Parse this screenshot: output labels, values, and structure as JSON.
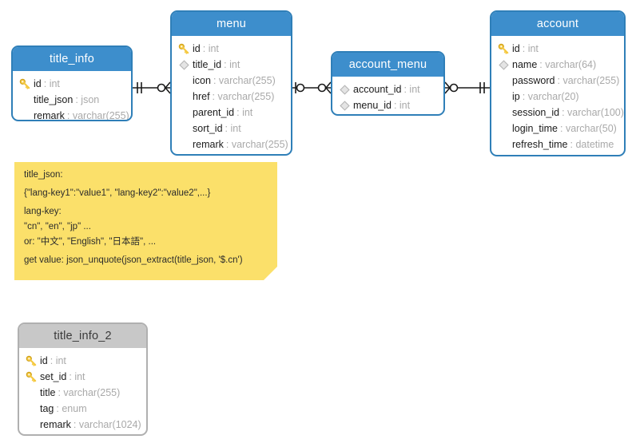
{
  "diagram": {
    "type": "entity-relationship-diagram",
    "background": "#ffffff",
    "header_color": "#3d8ecc",
    "header_color_secondary": "#c8c8c8",
    "border_color": "#2f7fb8",
    "note_color": "#fbe06a",
    "pk_icon": "key-icon",
    "fk_icon": "diamond-icon"
  },
  "tables": [
    {
      "name": "title_info",
      "style": "blue",
      "fields": [
        {
          "icon": "key-icon",
          "name": "id",
          "type": "int"
        },
        {
          "icon": "none",
          "name": "title_json",
          "type": "json"
        },
        {
          "icon": "none",
          "name": "remark",
          "type": "varchar(255)"
        }
      ]
    },
    {
      "name": "menu",
      "style": "blue",
      "fields": [
        {
          "icon": "key-icon",
          "name": "id",
          "type": "int"
        },
        {
          "icon": "diamond-icon",
          "name": "title_id",
          "type": "int"
        },
        {
          "icon": "none",
          "name": "icon",
          "type": "varchar(255)"
        },
        {
          "icon": "none",
          "name": "href",
          "type": "varchar(255)"
        },
        {
          "icon": "none",
          "name": "parent_id",
          "type": "int"
        },
        {
          "icon": "none",
          "name": "sort_id",
          "type": "int"
        },
        {
          "icon": "none",
          "name": "remark",
          "type": "varchar(255)"
        }
      ]
    },
    {
      "name": "account_menu",
      "style": "blue",
      "fields": [
        {
          "icon": "diamond-icon",
          "name": "account_id",
          "type": "int"
        },
        {
          "icon": "diamond-icon",
          "name": "menu_id",
          "type": "int"
        }
      ]
    },
    {
      "name": "account",
      "style": "blue",
      "fields": [
        {
          "icon": "key-icon",
          "name": "id",
          "type": "int"
        },
        {
          "icon": "diamond-icon",
          "name": "name",
          "type": "varchar(64)"
        },
        {
          "icon": "none",
          "name": "password",
          "type": "varchar(255)"
        },
        {
          "icon": "none",
          "name": "ip",
          "type": "varchar(20)"
        },
        {
          "icon": "none",
          "name": "session_id",
          "type": "varchar(100)"
        },
        {
          "icon": "none",
          "name": "login_time",
          "type": "varchar(50)"
        },
        {
          "icon": "none",
          "name": "refresh_time",
          "type": "datetime"
        }
      ]
    },
    {
      "name": "title_info_2",
      "style": "grey",
      "fields": [
        {
          "icon": "key-icon",
          "name": "id",
          "type": "int"
        },
        {
          "icon": "key-icon",
          "name": "set_id",
          "type": "int"
        },
        {
          "icon": "none",
          "name": "title",
          "type": "varchar(255)"
        },
        {
          "icon": "none",
          "name": "tag",
          "type": "enum"
        },
        {
          "icon": "none",
          "name": "remark",
          "type": "varchar(1024)"
        }
      ]
    }
  ],
  "note": {
    "lines": [
      "title_json:",
      "{\"lang-key1\":\"value1\", \"lang-key2\":\"value2\",...}",
      "lang-key:",
      "\"cn\", \"en\", \"jp\" ...",
      "or: \"中文\", \"English\", \"日本語\", ...",
      "get value: json_unquote(json_extract(title_json, '$.cn')"
    ]
  },
  "relationships": [
    {
      "from": "title_info",
      "to": "menu",
      "from_cardinality": "one",
      "to_cardinality": "zero-or-many"
    },
    {
      "from": "menu",
      "to": "account_menu",
      "from_cardinality": "zero-or-one",
      "to_cardinality": "zero-or-many"
    },
    {
      "from": "account_menu",
      "to": "account",
      "from_cardinality": "zero-or-many",
      "to_cardinality": "one"
    }
  ]
}
